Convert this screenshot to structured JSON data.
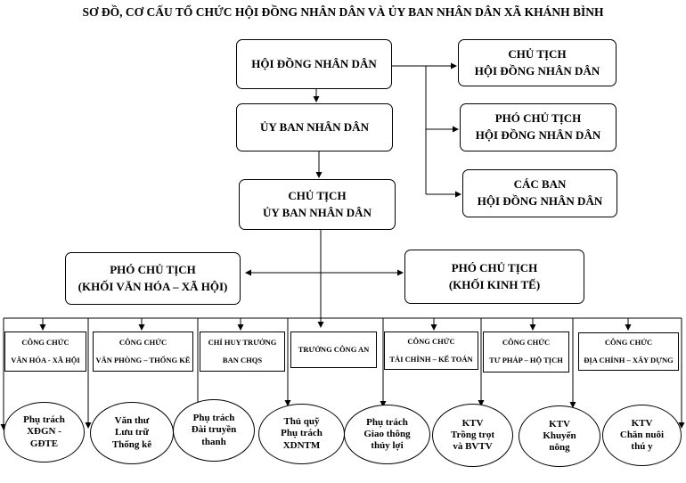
{
  "title": "SƠ ĐỒ, CƠ CẤU TỔ CHỨC HỘI ĐỒNG NHÂN DÂN VÀ ỦY BAN NHÂN DÂN XÃ KHÁNH BÌNH",
  "nodes": {
    "hdnd": "HỘI ĐỒNG NHÂN DÂN",
    "ubnd": "ỦY BAN NHÂN DÂN",
    "ct_ubnd": [
      "CHỦ TỊCH",
      "ỦY BAN NHÂN DÂN"
    ],
    "ct_hdnd": [
      "CHỦ TỊCH",
      "HỘI ĐỒNG NHÂN DÂN"
    ],
    "pct_hdnd": [
      "PHÓ CHỦ TỊCH",
      "HỘI ĐỒNG NHÂN DÂN"
    ],
    "cac_ban": [
      "CÁC BAN",
      "HỘI ĐỒNG NHÂN DÂN"
    ],
    "pct_vhxh": [
      "PHÓ CHỦ TỊCH",
      "(KHỐI VĂN HÓA – XÃ HỘI)"
    ],
    "pct_kt": [
      "PHÓ CHỦ TỊCH",
      "(KHỐI KINH TẾ)"
    ]
  },
  "departments": [
    [
      "CÔNG CHỨC",
      "VĂN HÓA - XÃ HỘI"
    ],
    [
      "CÔNG CHỨC",
      "VĂN PHÒNG – THỐNG KÊ"
    ],
    [
      "CHỈ HUY TRƯỞNG",
      "BAN CHQS"
    ],
    [
      "TRƯỞNG CÔNG AN"
    ],
    [
      "CÔNG CHỨC",
      "TÀI CHÍNH – KẾ TOÁN"
    ],
    [
      "CÔNG CHỨC",
      "TƯ PHÁP – HỘ TỊCH"
    ],
    [
      "CÔNG CHỨC",
      "ĐỊA CHÍNH – XÂY DỰNG"
    ]
  ],
  "staff": [
    [
      "Phụ trách",
      "XĐGN -",
      "GĐTE"
    ],
    [
      "Văn thư",
      "Lưu trữ",
      "Thống kê"
    ],
    [
      "Phụ trách",
      "Đài truyền",
      "thanh"
    ],
    [
      "Thủ quỹ",
      "Phụ trách",
      "XDNTM"
    ],
    [
      "Phụ trách",
      "Giao thông",
      "thủy lợi"
    ],
    [
      "KTV",
      "Trồng trọt",
      "và BVTV"
    ],
    [
      "KTV",
      "Khuyến",
      "nông"
    ],
    [
      "KTV",
      "Chăn nuôi",
      "thú y"
    ]
  ]
}
